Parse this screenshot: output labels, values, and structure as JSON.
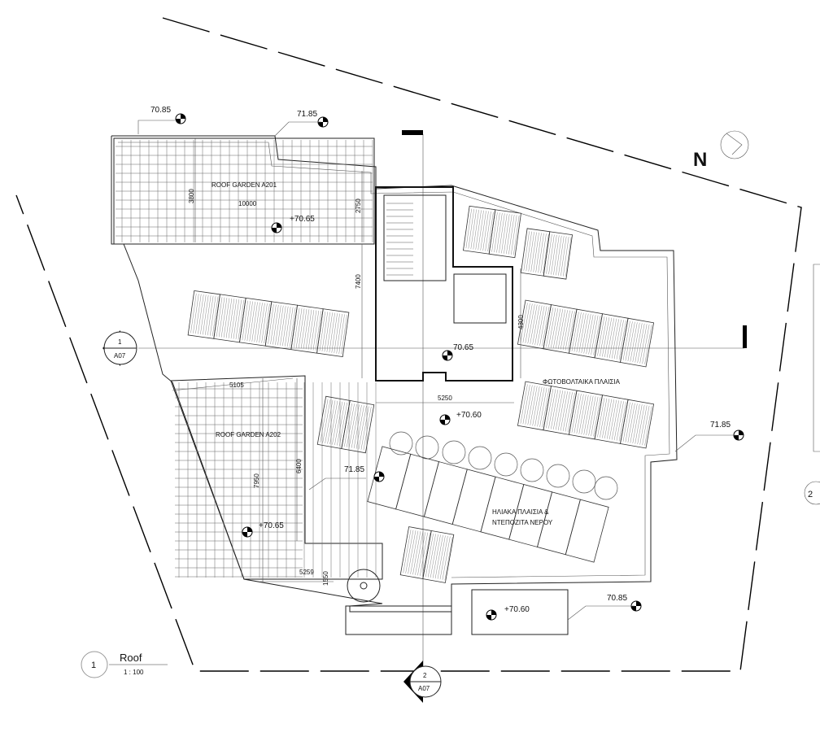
{
  "drawing": {
    "north_label": "N",
    "view_title": {
      "number": "1",
      "name": "Roof",
      "scale": "1 : 100"
    },
    "section_markers": [
      {
        "number": "1",
        "sheet": "A07"
      },
      {
        "number": "2",
        "sheet": "A07"
      }
    ],
    "edge_marker": "2",
    "spaces": {
      "roof_garden_a201": "ROOF GARDEN A201",
      "roof_garden_a202": "ROOF GARDEN A202",
      "pv_panels": "ΦΩΤΟΒΟΛΤΑΙΚΑ ΠΛΑΙΣΙΑ",
      "solar_line1": "ΗΛΙΑΚΑ ΠΛΑΙΣΙΑ &",
      "solar_line2": "ΝΤΕΠΟΖΙΤΑ ΝΕΡΟΥ"
    },
    "levels": {
      "top_left": "70.85",
      "top_mid": "71.85",
      "garden_a201": "+70.65",
      "stair_core": "70.65",
      "center": "+70.60",
      "right": "71.85",
      "left_lower": "71.85",
      "garden_a202": "+70.65",
      "bottom_box": "+70.60",
      "bottom_right": "70.85"
    },
    "dimensions": {
      "a201_height": "3800",
      "a201_width": "10000",
      "a201_right": "2750",
      "core_height": "7400",
      "core_right": "4300",
      "core_bottom": "5250",
      "a202_top": "5105",
      "a202_inner": "6400",
      "a202_left": "7950",
      "a202_bottom": "5259",
      "a202_step": "1550"
    }
  }
}
